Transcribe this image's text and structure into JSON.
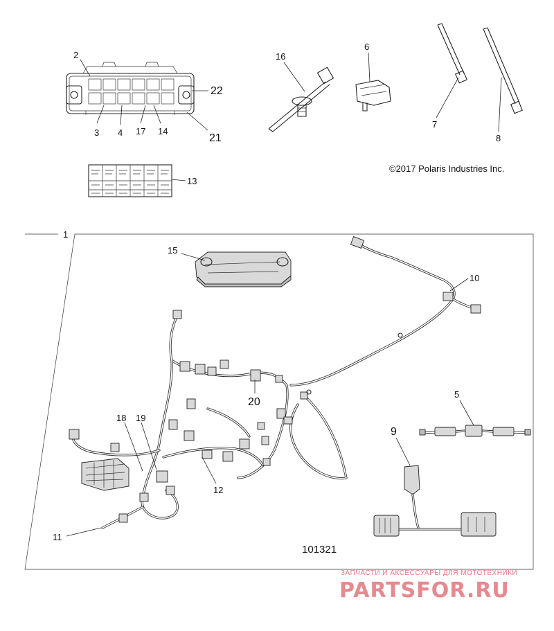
{
  "copyright": "©2017 Polaris Industries Inc.",
  "diagram_number": "101321",
  "watermark": {
    "tagline": "ЗАПЧАСТИ И АКСЕССУАРЫ ДЛЯ МОТОТЕХНИКИ",
    "logo": "PARTSFOR.RU"
  },
  "callouts": {
    "c1": "1",
    "c2": "2",
    "c3": "3",
    "c4": "4",
    "c5": "5",
    "c6": "6",
    "c7": "7",
    "c8": "8",
    "c9": "9",
    "c10": "10",
    "c11": "11",
    "c12": "12",
    "c13": "13",
    "c14": "14",
    "c15": "15",
    "c16": "16",
    "c17": "17",
    "c18": "18",
    "c19": "19",
    "c20": "20",
    "c21": "21",
    "c22": "22"
  }
}
